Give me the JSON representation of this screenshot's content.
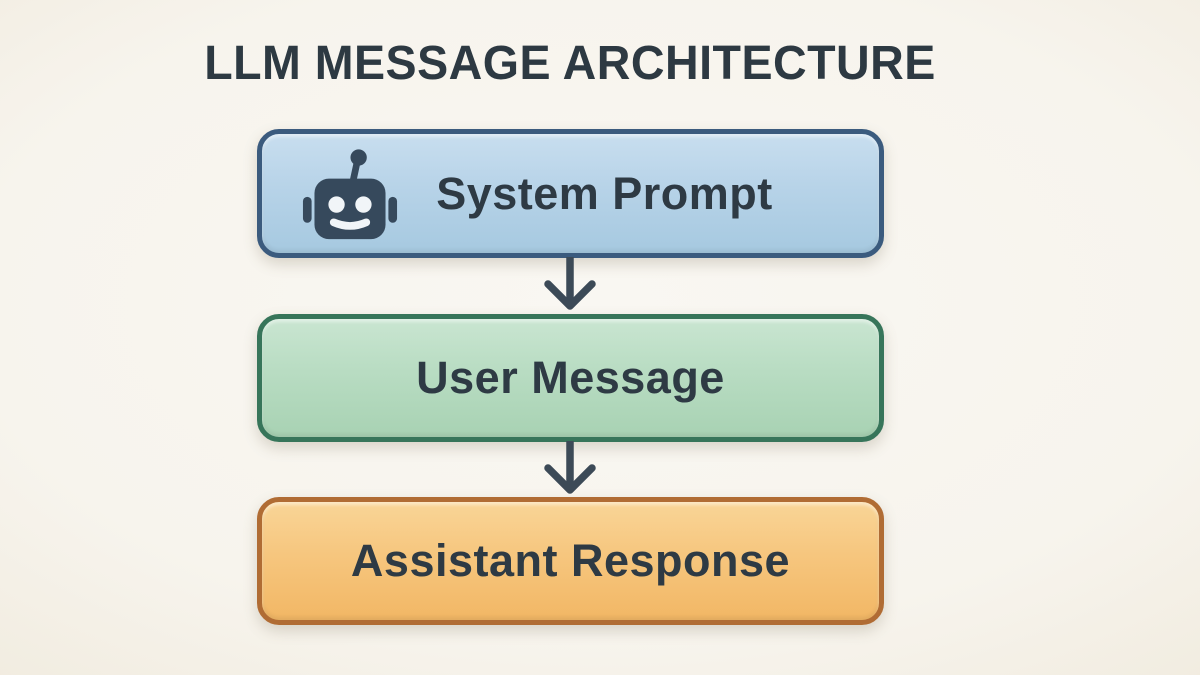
{
  "title": "LLM MESSAGE ARCHITECTURE",
  "diagram": {
    "nodes": [
      {
        "id": "system-prompt",
        "label": "System Prompt",
        "icon": "robot-icon",
        "fill": "#b7d3e8",
        "border": "#3b5b7e"
      },
      {
        "id": "user-message",
        "label": "User Message",
        "fill": "#b8dcc2",
        "border": "#37755a"
      },
      {
        "id": "assistant-response",
        "label": "Assistant Response",
        "fill": "#f6c67e",
        "border": "#b06c34"
      }
    ],
    "connections": [
      {
        "from": "system-prompt",
        "to": "user-message"
      },
      {
        "from": "user-message",
        "to": "assistant-response"
      }
    ]
  },
  "colors": {
    "background": "#f7f4ed",
    "title_text": "#2d3942",
    "node_text": "#2e3a44",
    "arrow": "#3c4a57",
    "robot_icon": "#36495c"
  }
}
